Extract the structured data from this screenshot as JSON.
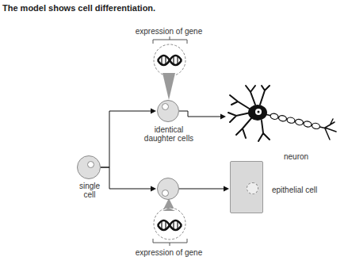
{
  "diagram": {
    "title": "The model shows cell differentiation.",
    "nodes": [
      {
        "text": [
          "single cell"
        ]
      },
      {
        "text": [
          "expression of gene",
          "identical daughter cells"
        ]
      },
      {
        "text": [
          "expression of gene"
        ]
      },
      {
        "text": [
          "neuron"
        ]
      },
      {
        "text": [
          "epithelial cell"
        ]
      }
    ],
    "edges": [
      {
        "from": 0,
        "to": 1,
        "arrow": "to"
      },
      {
        "from": 0,
        "to": 2,
        "arrow": "to"
      },
      {
        "from": 1,
        "to": 3,
        "arrow": "to"
      },
      {
        "from": 2,
        "to": 4,
        "arrow": "to"
      }
    ]
  }
}
